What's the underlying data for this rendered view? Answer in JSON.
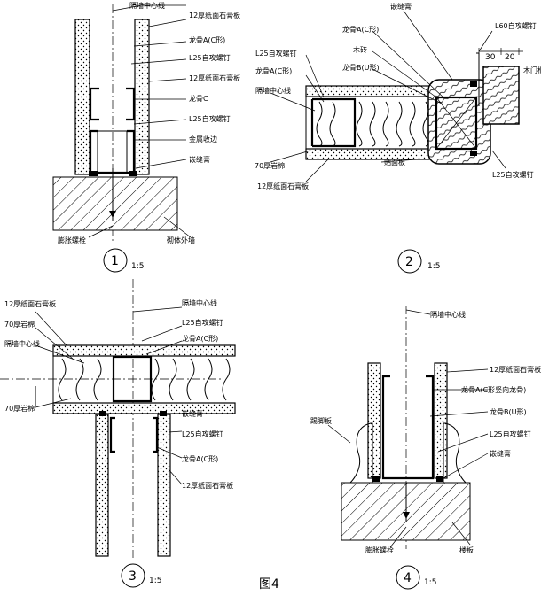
{
  "figure": {
    "caption": "图4"
  },
  "d1": {
    "centerline": "隔墙中心线",
    "gypsum_top": "12厚纸面石膏板",
    "stud_a": "龙骨A(C形)",
    "screw_top": "L25自攻螺钉",
    "gypsum_mid": "12厚纸面石膏板",
    "stud_c": "龙骨C",
    "screw_mid": "L25自攻螺钉",
    "metal_track": "金属收边",
    "sealant": "嵌缝膏",
    "expansion_bolt": "膨胀螺栓",
    "floor": "砌体外墙",
    "number": "1",
    "scale": "1:5"
  },
  "d2": {
    "sealant": "嵌缝膏",
    "angle": "L60自攻螺钉",
    "stud_a_top": "龙骨A(C形)",
    "wood": "木砖",
    "stud_b": "龙骨B(U形)",
    "screw_top": "L25自攻螺钉",
    "stud_a_left": "龙骨A(C形)",
    "centerline": "隔墙中心线",
    "rockwool": "70厚岩棉",
    "gypsum": "12厚纸面石膏板",
    "trim": "贴面板",
    "screw_bottom": "L25自攻螺钉",
    "door": "木门框",
    "dim_30": "30",
    "dim_20": "20",
    "number": "2",
    "scale": "1:5"
  },
  "d3": {
    "centerline": "隔墙中心线",
    "screw_top": "L25自攻螺钉",
    "stud_a_top": "龙骨A(C形)",
    "gypsum_top": "12厚纸面石膏板",
    "rockwool_top": "70厚岩棉",
    "centerline_left": "隔墙中心线",
    "rockwool_bottom": "70厚岩棉",
    "sealant": "嵌缝膏",
    "screw_bottom": "L25自攻螺钉",
    "stud_a_bottom": "龙骨A(C形)",
    "gypsum_bottom": "12厚纸面石膏板",
    "number": "3",
    "scale": "1:5"
  },
  "d4": {
    "centerline": "隔墙中心线",
    "gypsum": "12厚纸面石膏板",
    "stud_a": "龙骨A(C形竖向龙骨)",
    "stud_b": "龙骨B(U形)",
    "screw": "L25自攻螺钉",
    "sealant": "嵌缝膏",
    "baseboard": "踢脚板",
    "expansion_bolt": "膨胀螺栓",
    "floor": "楼板",
    "number": "4",
    "scale": "1:5"
  }
}
